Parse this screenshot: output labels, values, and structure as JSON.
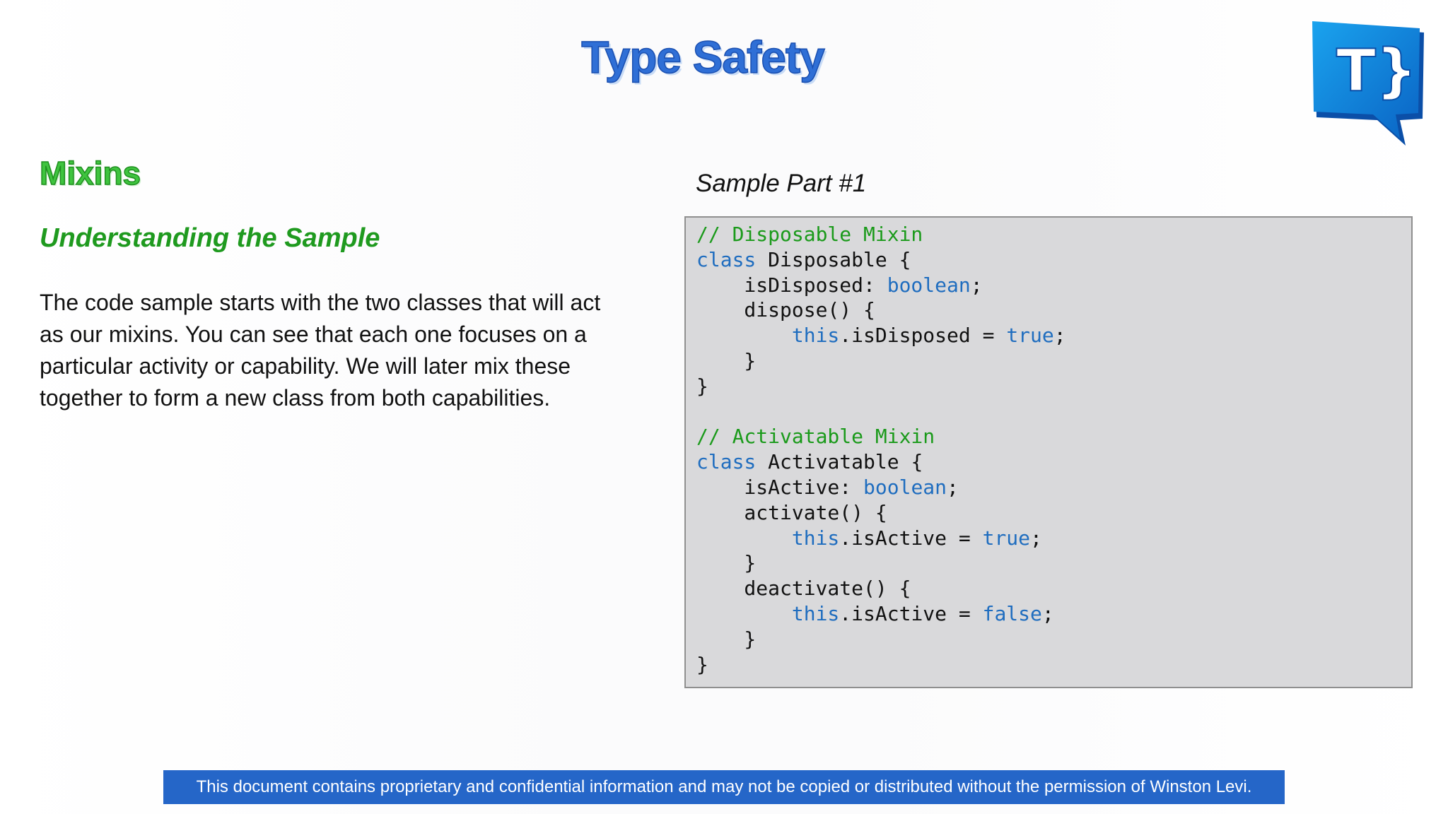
{
  "slide": {
    "title": "Type Safety",
    "logo": {
      "icon": "t-brace-speech-bubble-icon",
      "text": "T}"
    },
    "section_title": "Mixins",
    "subtitle": "Understanding the Sample",
    "body_lines": [
      "The code sample starts with the two classes that will act",
      "as our mixins. You can see that each one focuses on a",
      "particular activity or capability. We will later mix these",
      "together to form a new class from both capabilities."
    ],
    "sample_label": "Sample Part #1",
    "code_lines": [
      [
        {
          "t": "// Disposable Mixin",
          "c": "comment"
        }
      ],
      [
        {
          "t": "class",
          "c": "keyword"
        },
        {
          "t": " Disposable {",
          "c": "plain"
        }
      ],
      [
        {
          "t": "    isDisposed: ",
          "c": "plain"
        },
        {
          "t": "boolean",
          "c": "keyword"
        },
        {
          "t": ";",
          "c": "plain"
        }
      ],
      [
        {
          "t": "    dispose() {",
          "c": "plain"
        }
      ],
      [
        {
          "t": "        ",
          "c": "plain"
        },
        {
          "t": "this",
          "c": "keyword"
        },
        {
          "t": ".isDisposed = ",
          "c": "plain"
        },
        {
          "t": "true",
          "c": "keyword"
        },
        {
          "t": ";",
          "c": "plain"
        }
      ],
      [
        {
          "t": "    }",
          "c": "plain"
        }
      ],
      [
        {
          "t": "}",
          "c": "plain"
        }
      ],
      [],
      [
        {
          "t": "// Activatable Mixin",
          "c": "comment"
        }
      ],
      [
        {
          "t": "class",
          "c": "keyword"
        },
        {
          "t": " Activatable {",
          "c": "plain"
        }
      ],
      [
        {
          "t": "    isActive: ",
          "c": "plain"
        },
        {
          "t": "boolean",
          "c": "keyword"
        },
        {
          "t": ";",
          "c": "plain"
        }
      ],
      [
        {
          "t": "    activate() {",
          "c": "plain"
        }
      ],
      [
        {
          "t": "        ",
          "c": "plain"
        },
        {
          "t": "this",
          "c": "keyword"
        },
        {
          "t": ".isActive = ",
          "c": "plain"
        },
        {
          "t": "true",
          "c": "keyword"
        },
        {
          "t": ";",
          "c": "plain"
        }
      ],
      [
        {
          "t": "    }",
          "c": "plain"
        }
      ],
      [
        {
          "t": "    deactivate() {",
          "c": "plain"
        }
      ],
      [
        {
          "t": "        ",
          "c": "plain"
        },
        {
          "t": "this",
          "c": "keyword"
        },
        {
          "t": ".isActive = ",
          "c": "plain"
        },
        {
          "t": "false",
          "c": "keyword"
        },
        {
          "t": ";",
          "c": "plain"
        }
      ],
      [
        {
          "t": "    }",
          "c": "plain"
        }
      ],
      [
        {
          "t": "}",
          "c": "plain"
        }
      ]
    ],
    "footer": "This document contains proprietary and confidential information and may not be copied or distributed without the permission of Winston Levi."
  },
  "colors": {
    "title_blue": "#2f6fd6",
    "section_green": "#3fc43f",
    "subtitle_green": "#1f9a1f",
    "code_comment": "#1a9a1a",
    "code_keyword": "#1f6dbf",
    "code_background": "#d9d9db",
    "footer_background": "#2566c8"
  }
}
